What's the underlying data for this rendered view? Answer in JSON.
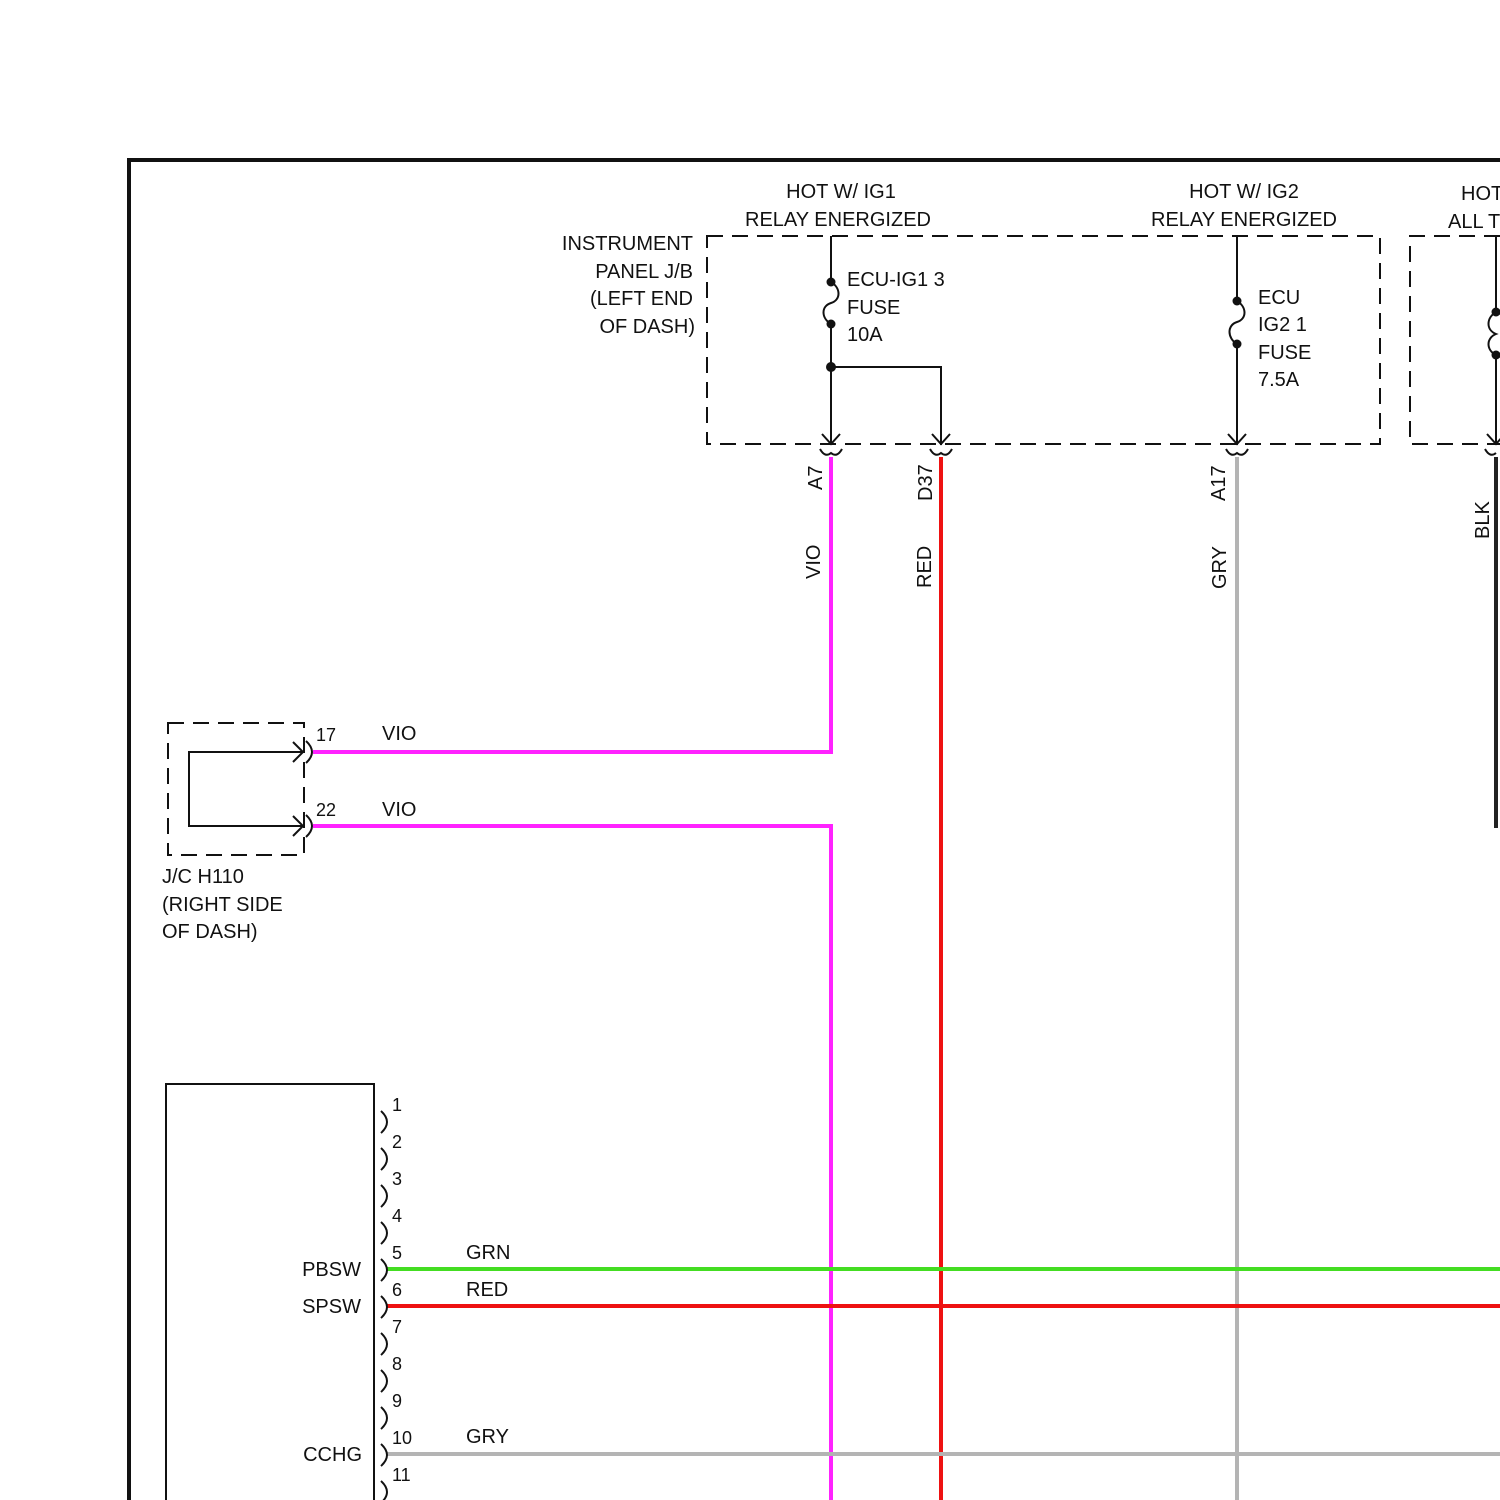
{
  "colors": {
    "VIO": "#ff22ff",
    "RED": "#ee1111",
    "GRY": "#b4b4b4",
    "GRN": "#44dd22",
    "BLK": "#222222"
  },
  "header_labels": {
    "ig1_line1": "HOT W/ IG1",
    "ig1_line2": "RELAY ENERGIZED",
    "ig2_line1": "HOT W/ IG2",
    "ig2_line2": "RELAY ENERGIZED",
    "hot_all_line1": "HOT",
    "hot_all_line2": "ALL T"
  },
  "junction_block": {
    "line1": "INSTRUMENT",
    "line2": "PANEL J/B",
    "line3": "(LEFT END",
    "line4": "OF DASH)"
  },
  "fuses": {
    "ecu_ig1": {
      "line1": "ECU-IG1 3",
      "line2": "FUSE",
      "line3": "10A"
    },
    "ecu_ig2": {
      "line1": "ECU",
      "line2": "IG2 1",
      "line3": "FUSE",
      "line4": "7.5A"
    }
  },
  "connectors": {
    "a7": "A7",
    "d37": "D37",
    "a17": "A17"
  },
  "wire_labels": {
    "vio_vertical": "VIO",
    "red_vertical": "RED",
    "gry_vertical": "GRY",
    "blk_vertical": "BLK",
    "vio_17": "VIO",
    "vio_22": "VIO",
    "grn_5": "GRN",
    "red_6": "RED",
    "gry_10": "GRY"
  },
  "jc_h110": {
    "pin_top": "17",
    "pin_bottom": "22",
    "line1": "J/C H110",
    "line2": "(RIGHT SIDE",
    "line3": "OF DASH)"
  },
  "ecu_connector": {
    "pins": [
      "1",
      "2",
      "3",
      "4",
      "5",
      "6",
      "7",
      "8",
      "9",
      "10",
      "11"
    ],
    "signals": {
      "pin5": "PBSW",
      "pin6": "SPSW",
      "pin10": "CCHG"
    }
  }
}
